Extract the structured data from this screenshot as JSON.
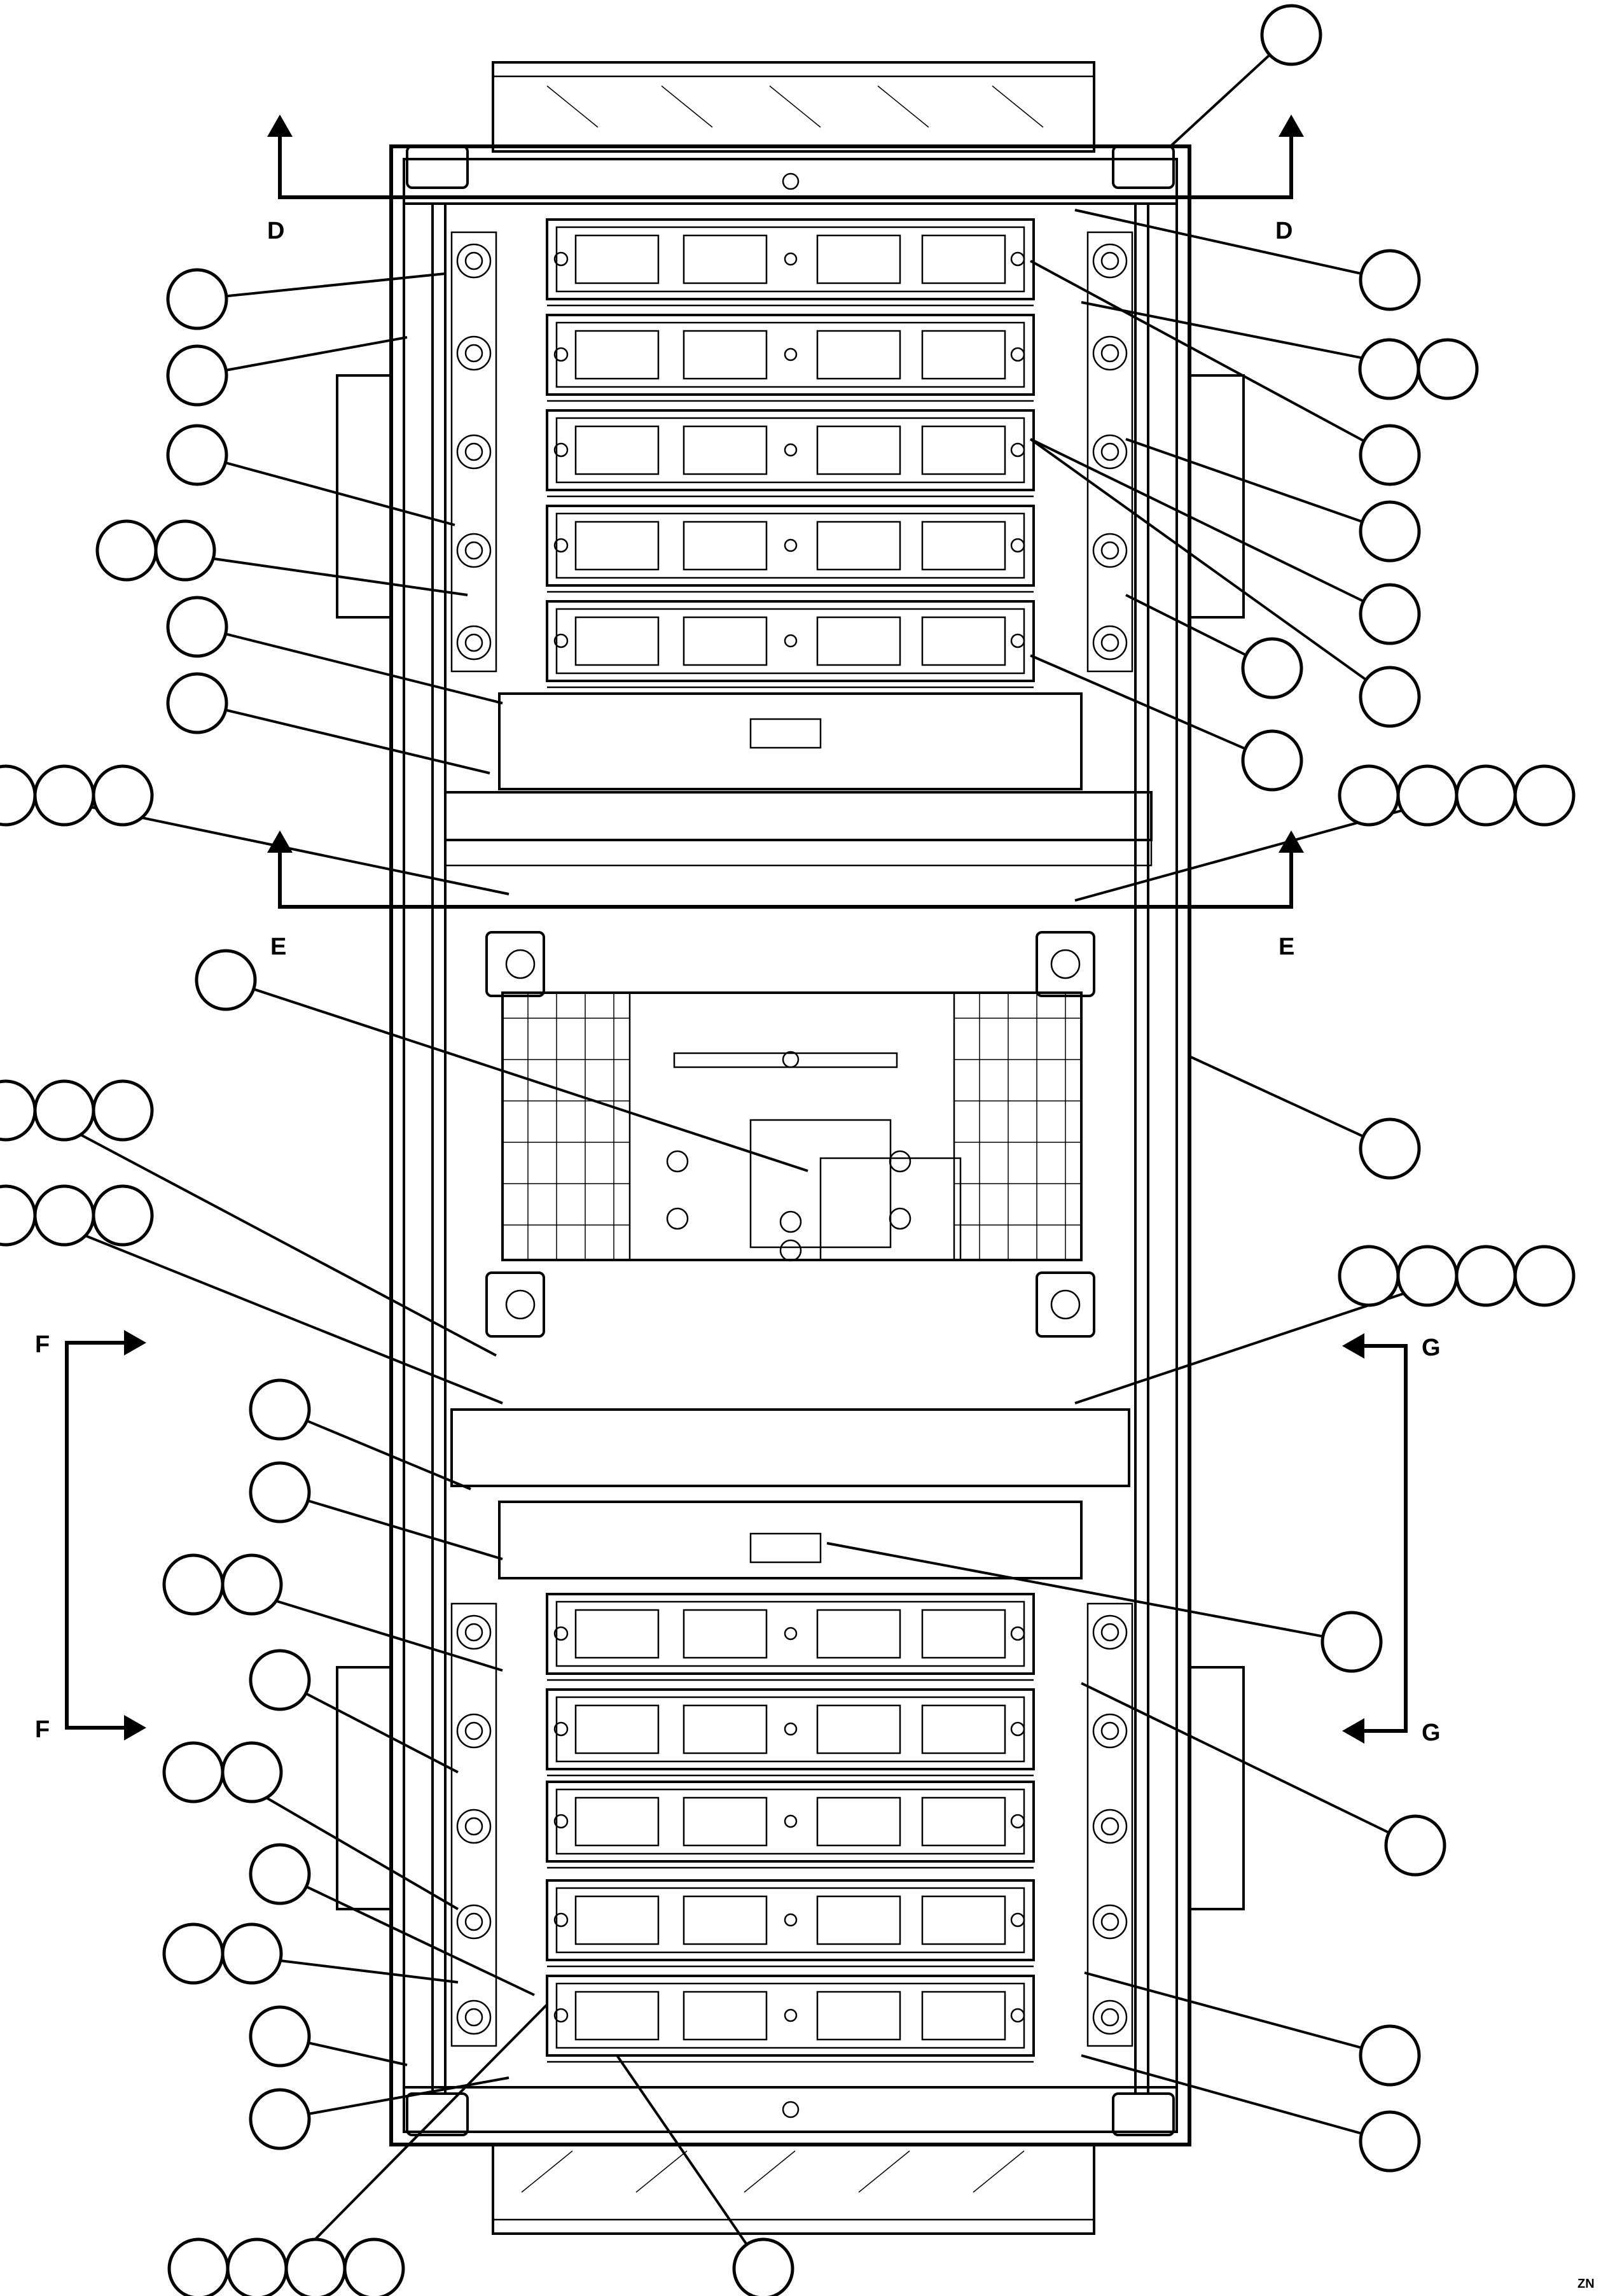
{
  "section_markers": {
    "D": "D",
    "E": "E",
    "F": "F",
    "G": "G"
  },
  "corner_mark": "ZN"
}
